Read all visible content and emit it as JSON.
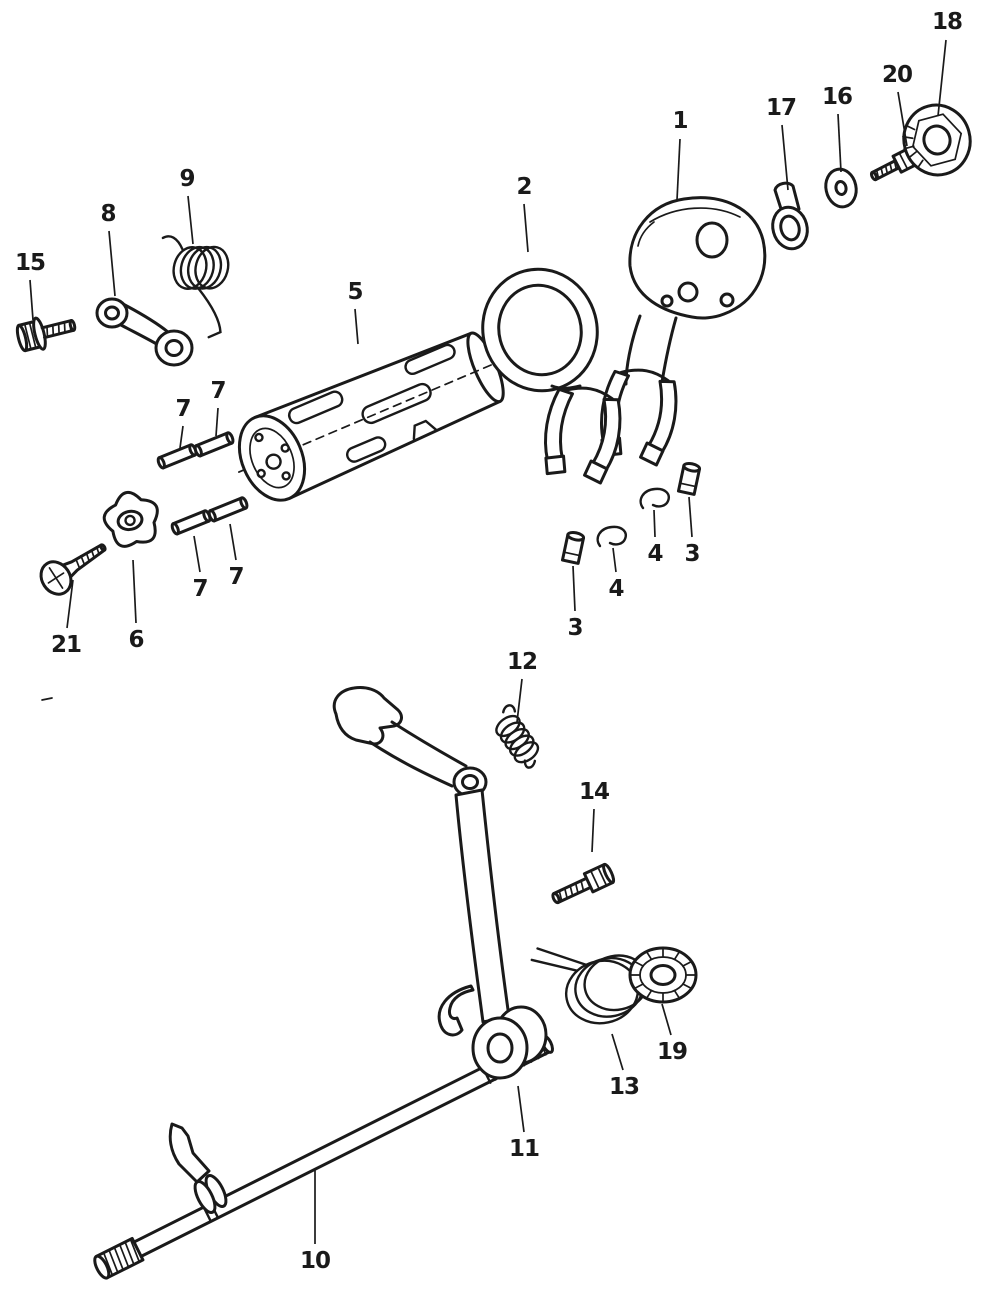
{
  "figure": {
    "background": "#ffffff",
    "ink": "#1a1a1a"
  },
  "callouts": [
    {
      "label": "18"
    },
    {
      "label": "20"
    },
    {
      "label": "16"
    },
    {
      "label": "17"
    },
    {
      "label": "1"
    },
    {
      "label": "2"
    },
    {
      "label": "9"
    },
    {
      "label": "8"
    },
    {
      "label": "15"
    },
    {
      "label": "5"
    },
    {
      "label": "7"
    },
    {
      "label": "7"
    },
    {
      "label": "7"
    },
    {
      "label": "7"
    },
    {
      "label": "6"
    },
    {
      "label": "21"
    },
    {
      "label": "3"
    },
    {
      "label": "4"
    },
    {
      "label": "4"
    },
    {
      "label": "3"
    },
    {
      "label": "12"
    },
    {
      "label": "14"
    },
    {
      "label": "13"
    },
    {
      "label": "19"
    },
    {
      "label": "11"
    },
    {
      "label": "10"
    }
  ]
}
